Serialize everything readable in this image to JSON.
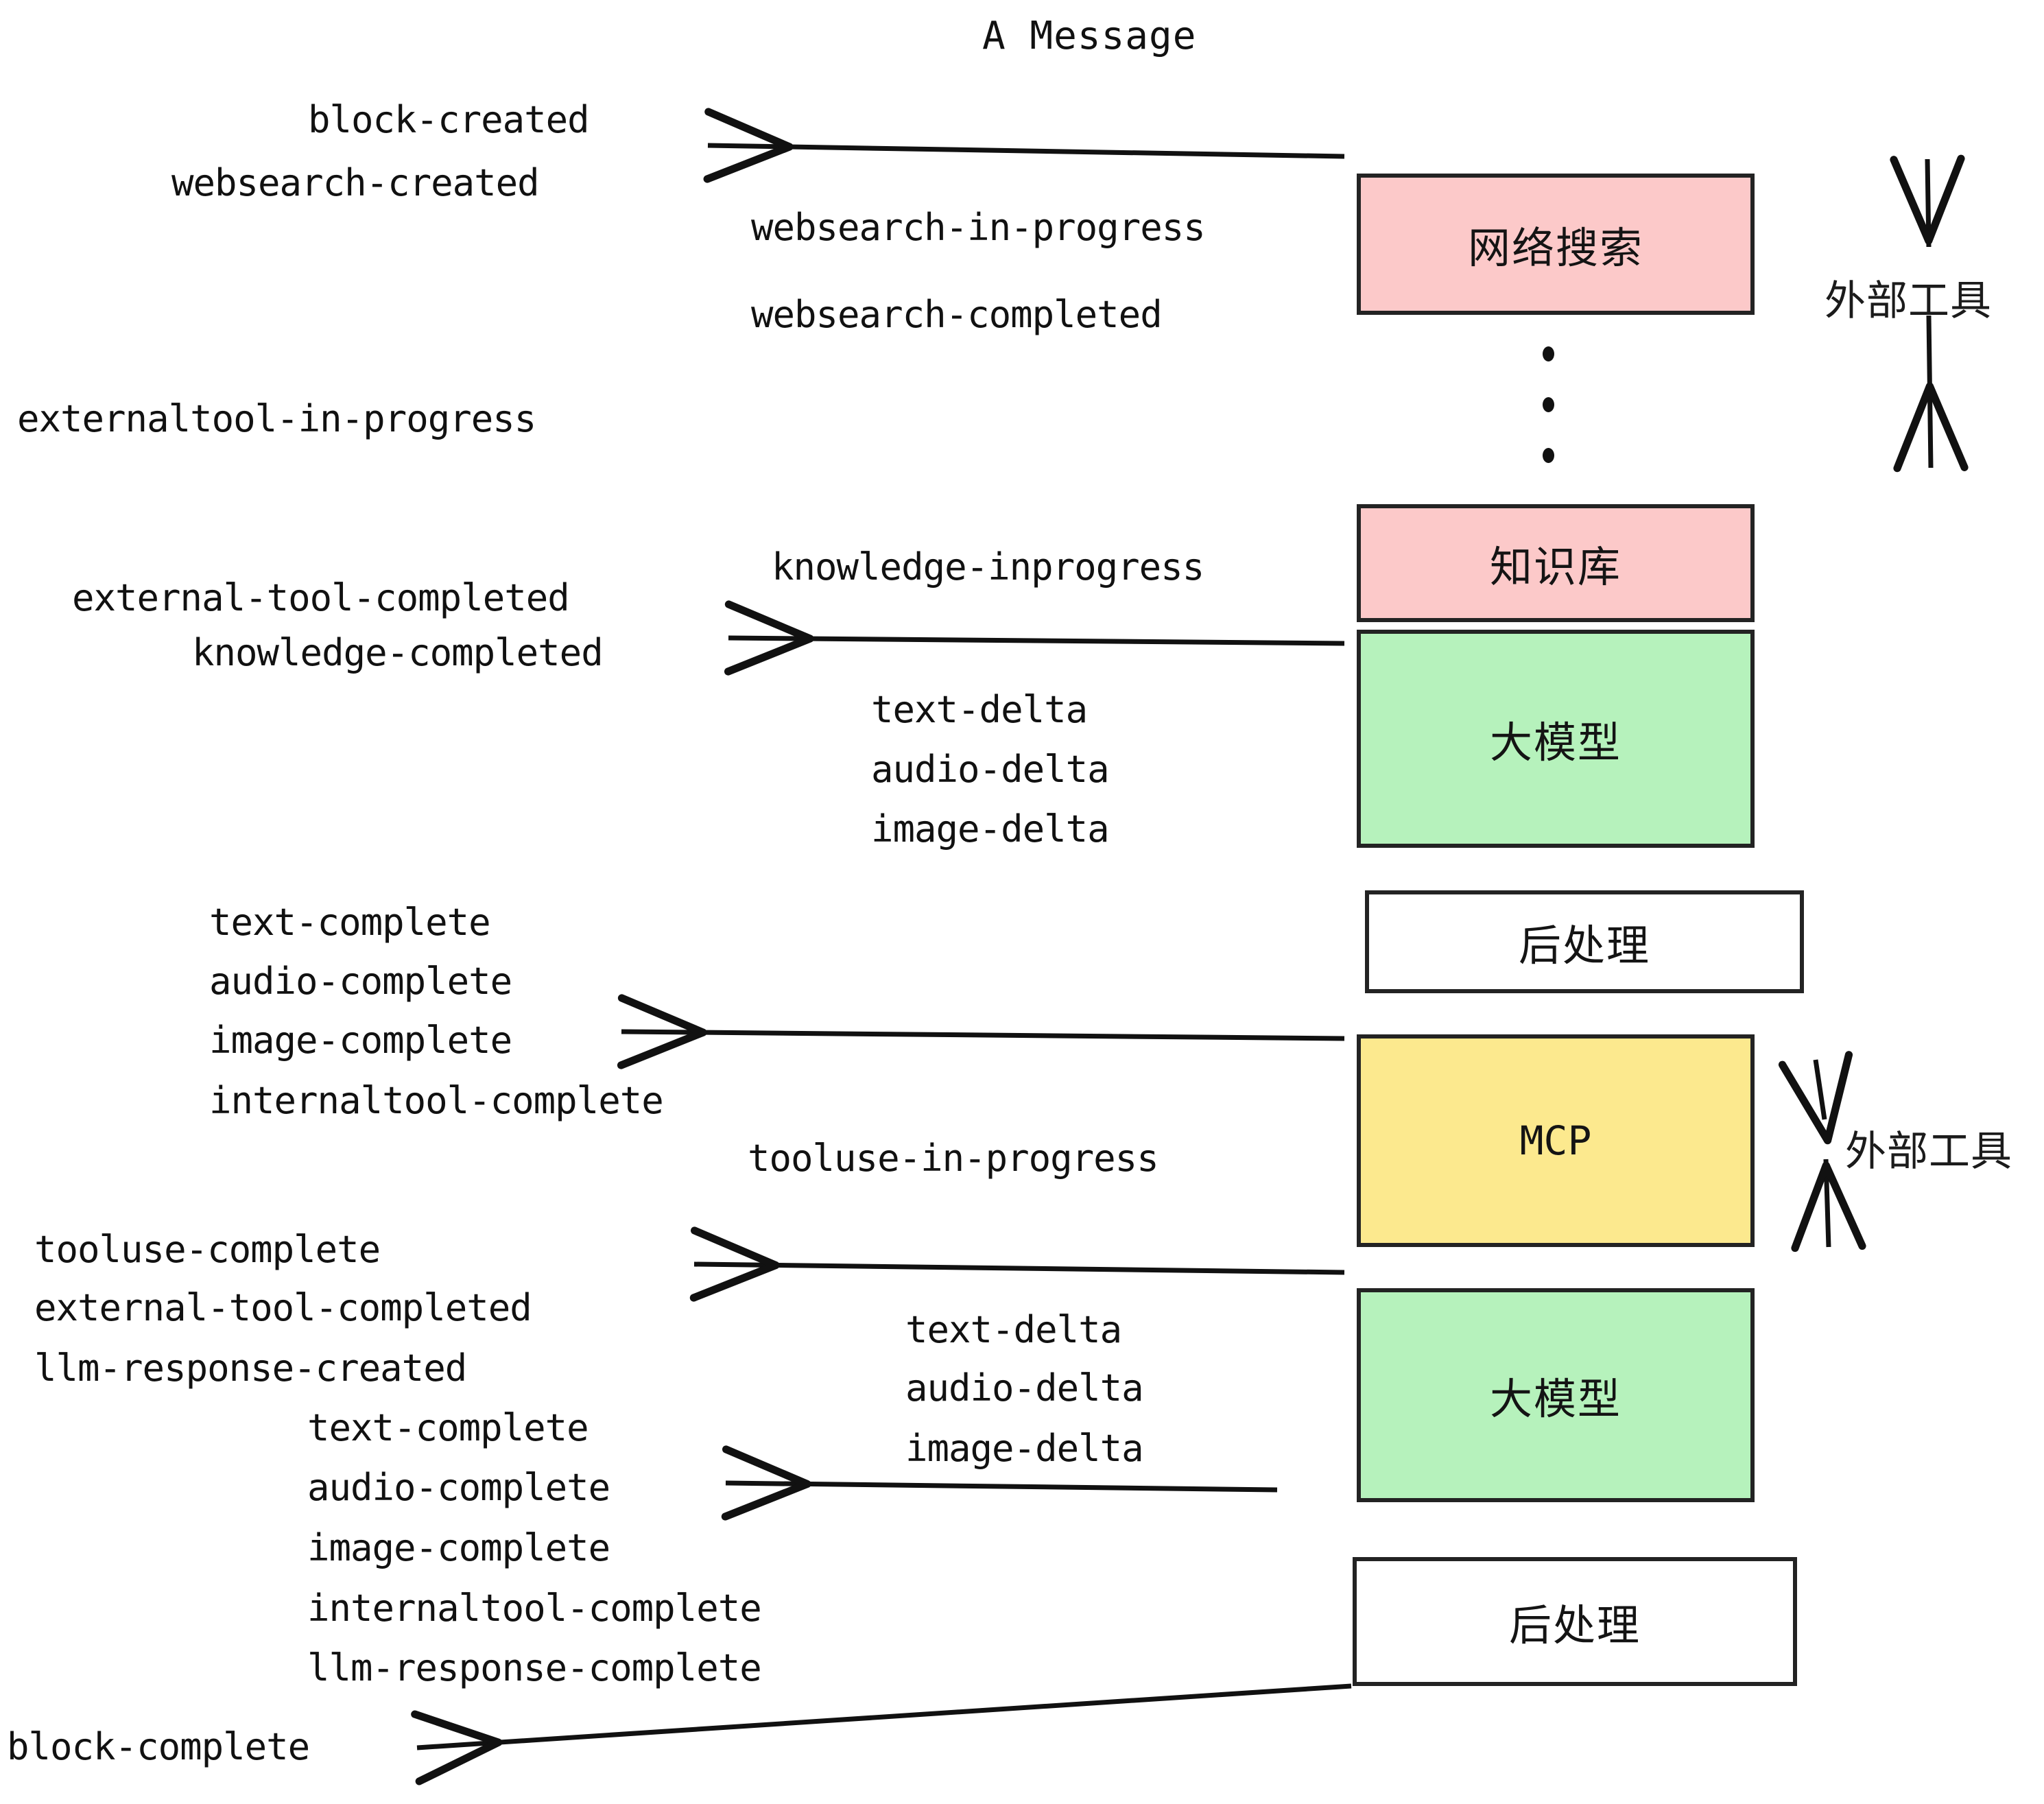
{
  "diagram": {
    "title": "A Message",
    "bg_color": "#ffffff",
    "stroke_color": "#232323"
  },
  "colors": {
    "pink": "#FCC9C9",
    "green": "#B6F2BC",
    "yellow": "#FCE98E",
    "white": "#ffffff",
    "ink": "#111111"
  },
  "boxes": [
    {
      "id": "websearch",
      "label": "网络搜索",
      "fill": "#FCC9C9"
    },
    {
      "id": "knowledgebase",
      "label": "知识库",
      "fill": "#FCC9C9"
    },
    {
      "id": "llm-1",
      "label": "大模型",
      "fill": "#B6F2BC"
    },
    {
      "id": "postprocess-1",
      "label": "后处理",
      "fill": "#ffffff"
    },
    {
      "id": "mcp",
      "label": "MCP",
      "fill": "#FCE98E"
    },
    {
      "id": "llm-2",
      "label": "大模型",
      "fill": "#B6F2BC"
    },
    {
      "id": "postprocess-2",
      "label": "后处理",
      "fill": "#ffffff"
    }
  ],
  "side_annotations": [
    {
      "id": "external-tools-top",
      "label": "外部工具"
    },
    {
      "id": "external-tools-bottom",
      "label": "外部工具"
    }
  ],
  "events": {
    "block_created": "block-created",
    "websearch_created": "websearch-created",
    "websearch_in_progress": "websearch-in-progress",
    "websearch_completed": "websearch-completed",
    "externaltool_in_progress": "externaltool-in-progress",
    "knowledge_inprogress": "knowledge-inprogress",
    "external_tool_completed": "external-tool-completed",
    "knowledge_completed": "knowledge-completed",
    "text_delta_1": "text-delta",
    "audio_delta_1": "audio-delta",
    "image_delta_1": "image-delta",
    "text_complete_1": "text-complete",
    "audio_complete_1": "audio-complete",
    "image_complete_1": "image-complete",
    "internaltool_complete_1": "internaltool-complete",
    "tooluse_in_progress": "tooluse-in-progress",
    "tooluse_complete": "tooluse-complete",
    "external_tool_completed_2": "external-tool-completed",
    "llm_response_created": "llm-response-created",
    "text_delta_2": "text-delta",
    "audio_delta_2": "audio-delta",
    "image_delta_2": "image-delta",
    "text_complete_2": "text-complete",
    "audio_complete_2": "audio-complete",
    "image_complete_2": "image-complete",
    "internaltool_complete_2": "internaltool-complete",
    "llm_response_complete": "llm-response-complete",
    "block_complete": "block-complete"
  }
}
